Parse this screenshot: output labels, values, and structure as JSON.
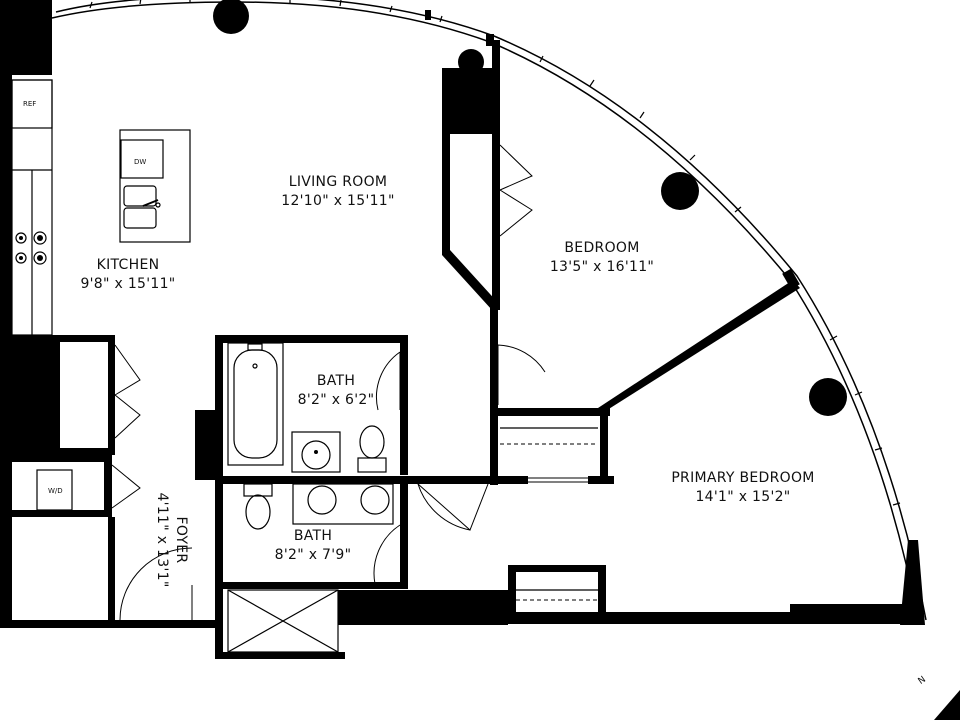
{
  "rooms": {
    "living": {
      "name": "LIVING ROOM",
      "dims": "12'10\" x 15'11\""
    },
    "kitchen": {
      "name": "KITCHEN",
      "dims": "9'8\" x 15'11\""
    },
    "bedroom": {
      "name": "BEDROOM",
      "dims": "13'5\" x 16'11\""
    },
    "bath1": {
      "name": "BATH",
      "dims": "8'2\" x 6'2\""
    },
    "bath2": {
      "name": "BATH",
      "dims": "8'2\" x 7'9\""
    },
    "foyer": {
      "name": "FOYER",
      "dims": "4'11\" x 13'1\""
    },
    "primary": {
      "name": "PRIMARY BEDROOM",
      "dims": "14'1\" x 15'2\""
    }
  },
  "appliances": {
    "ref": "REF",
    "dw": "DW",
    "wd": "W/D"
  },
  "compass": {
    "label": "N"
  }
}
